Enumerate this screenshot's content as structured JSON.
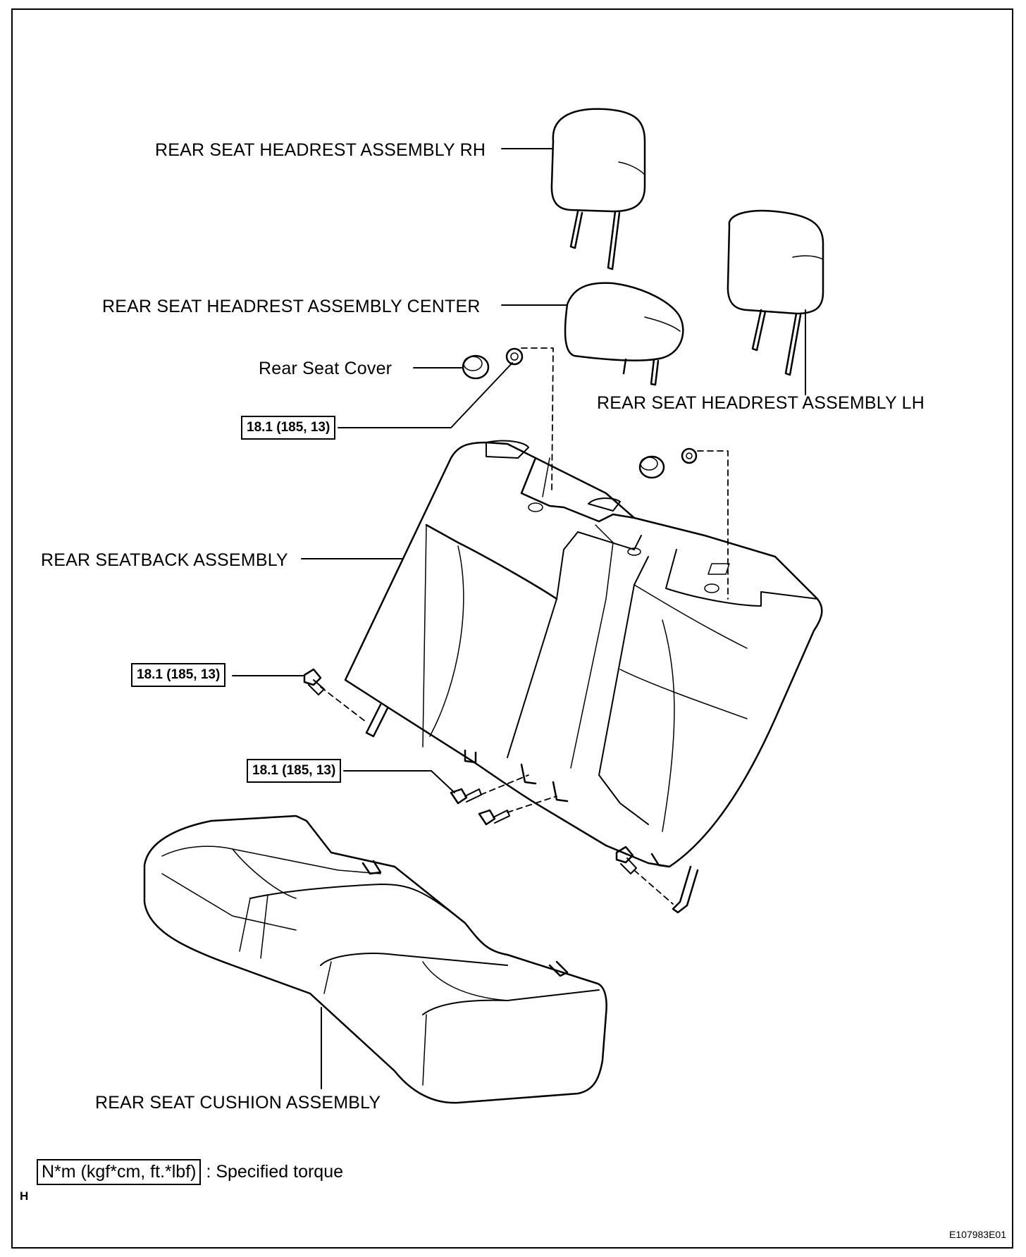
{
  "labels": {
    "headrest_rh": "REAR SEAT HEADREST ASSEMBLY RH",
    "headrest_center": "REAR SEAT HEADREST ASSEMBLY CENTER",
    "rear_seat_cover": "Rear Seat Cover",
    "headrest_lh": "REAR SEAT HEADREST ASSEMBLY LH",
    "seatback": "REAR SEATBACK ASSEMBLY",
    "cushion": "REAR SEAT CUSHION ASSEMBLY"
  },
  "torque_specs": [
    "18.1 (185, 13)",
    "18.1 (185, 13)",
    "18.1 (185, 13)"
  ],
  "legend": {
    "unit_box": "N*m (kgf*cm, ft.*lbf)",
    "text": ": Specified torque"
  },
  "section_letter": "H",
  "figure_code": "E107983E01"
}
